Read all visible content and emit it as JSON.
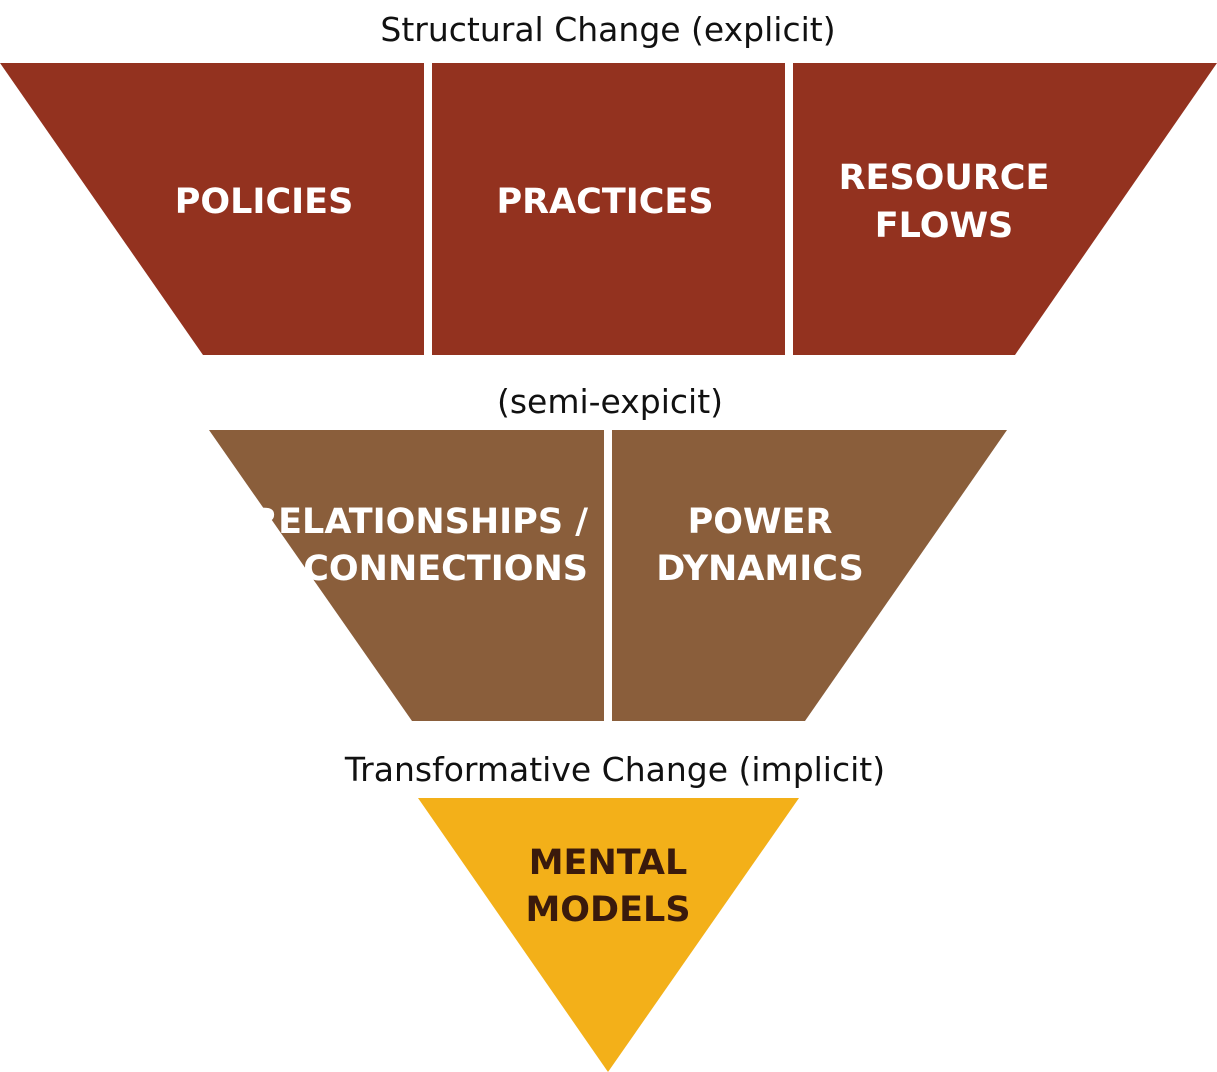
{
  "colors": {
    "explicit": "#93321f",
    "semi_explicit": "#8a5e3b",
    "implicit": "#f3b019",
    "implicit_text": "#3a1a0c"
  },
  "levels": {
    "explicit": {
      "caption": "Structural Change (explicit)",
      "boxes": [
        {
          "lines": [
            "POLICIES"
          ]
        },
        {
          "lines": [
            "PRACTICES"
          ]
        },
        {
          "lines": [
            "RESOURCE",
            "FLOWS"
          ]
        }
      ]
    },
    "semi_explicit": {
      "caption": "(semi-expicit)",
      "boxes": [
        {
          "lines": [
            "RELATIONSHIPS /",
            "CONNECTIONS"
          ]
        },
        {
          "lines": [
            "POWER",
            "DYNAMICS"
          ]
        }
      ]
    },
    "implicit": {
      "caption": "Transformative Change (implicit)",
      "boxes": [
        {
          "lines": [
            "MENTAL",
            "MODELS"
          ]
        }
      ]
    }
  }
}
